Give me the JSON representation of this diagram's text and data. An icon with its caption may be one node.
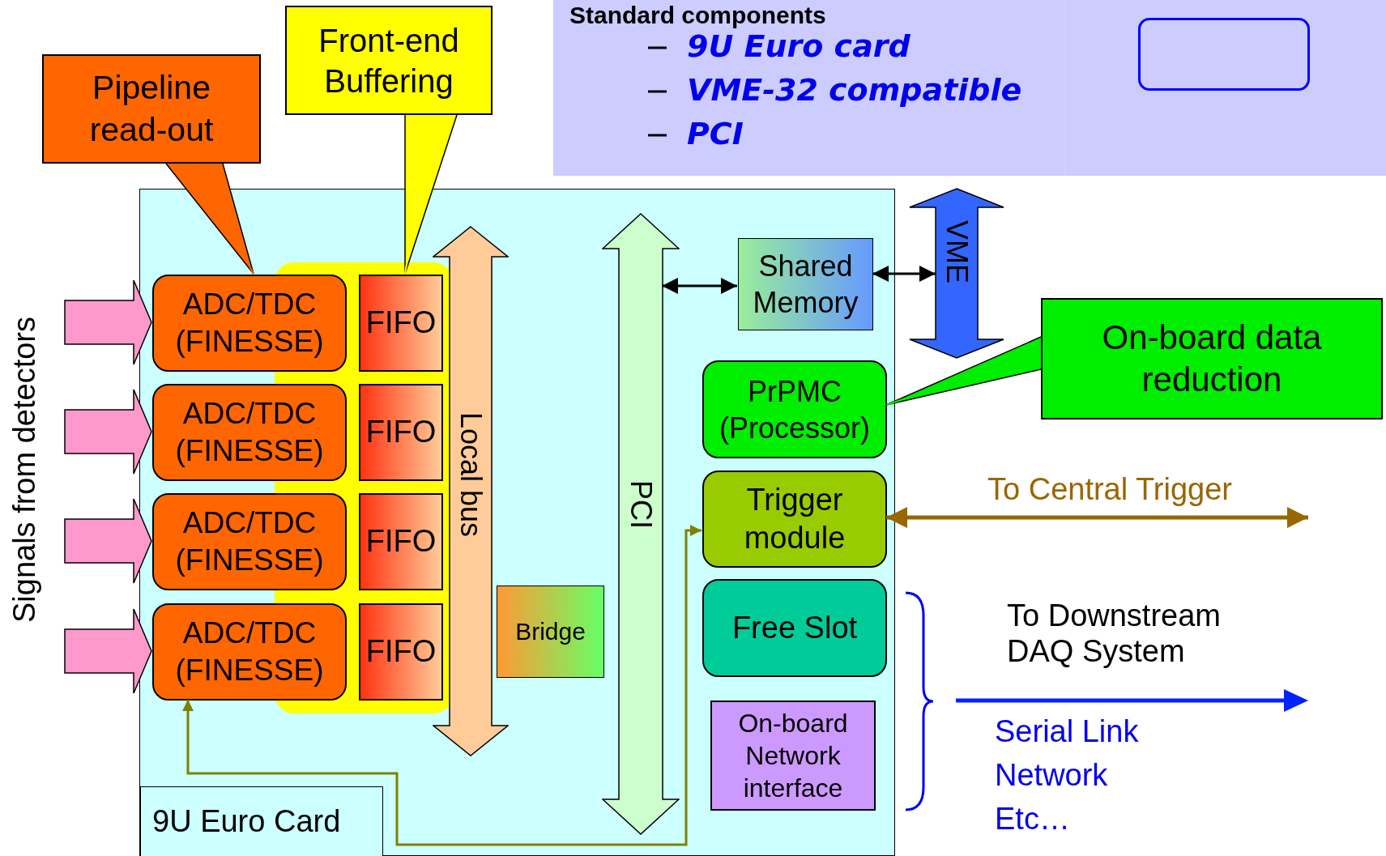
{
  "diagram": {
    "nodes": [
      {
        "text": [
          "Standard components",
          "9U Euro card",
          "VME-32 compatible",
          "PCI"
        ]
      },
      {
        "text": [],
        "shape": "box",
        "in": 0
      },
      {
        "text": [
          "Pipeline read-out"
        ]
      },
      {
        "text": [
          "Front-end Buffering"
        ]
      },
      {
        "text": [],
        "shape": "box"
      },
      {
        "text": [],
        "shape": "box",
        "in": 4
      },
      {
        "text": [
          "ADC/TDC (FINESSE)"
        ],
        "in": 4
      },
      {
        "text": [
          "ADC/TDC (FINESSE)"
        ],
        "in": 4
      },
      {
        "text": [
          "ADC/TDC (FINESSE)"
        ],
        "in": 4
      },
      {
        "text": [
          "ADC/TDC (FINESSE)"
        ],
        "in": 4
      },
      {
        "text": [
          "FIFO"
        ],
        "in": 5
      },
      {
        "text": [
          "FIFO"
        ],
        "in": 5
      },
      {
        "text": [
          "FIFO"
        ],
        "in": 5
      },
      {
        "text": [
          "FIFO"
        ],
        "in": 5
      },
      {
        "text": [
          "Local bus"
        ],
        "in": 4
      },
      {
        "text": [
          "Bridge"
        ],
        "in": 4
      },
      {
        "text": [
          "PCI"
        ],
        "in": 4
      },
      {
        "text": [
          "Shared Memory"
        ],
        "in": 4
      },
      {
        "text": [
          "VME"
        ]
      },
      {
        "text": [
          "PrPMC (Processor)"
        ],
        "in": 4
      },
      {
        "text": [
          "Trigger module"
        ],
        "in": 4
      },
      {
        "text": [
          "Free Slot"
        ],
        "in": 4
      },
      {
        "text": [
          "On-board Network interface"
        ],
        "in": 4
      },
      {
        "text": [
          "On-board data reduction"
        ]
      },
      {
        "text": [
          "9U Euro Card"
        ],
        "in": 4
      }
    ],
    "edges": [
      {
        "from": null,
        "to": 6,
        "arrow": "to",
        "style": "thick",
        "color": "#ff99cc"
      },
      {
        "from": null,
        "to": 7,
        "arrow": "to",
        "style": "thick",
        "color": "#ff99cc"
      },
      {
        "from": null,
        "to": 8,
        "arrow": "to",
        "style": "thick",
        "color": "#ff99cc"
      },
      {
        "from": null,
        "to": 9,
        "arrow": "to",
        "style": "thick",
        "color": "#ff99cc"
      },
      {
        "from": 2,
        "to": 6,
        "arrow": "none",
        "color": "#ff6600"
      },
      {
        "from": 3,
        "to": 10,
        "arrow": "none",
        "color": "#ffff00"
      },
      {
        "from": 23,
        "to": 19,
        "arrow": "none",
        "color": "#00ee00"
      },
      {
        "from": 16,
        "to": 17,
        "arrow": "both"
      },
      {
        "from": 17,
        "to": 18,
        "arrow": "both"
      },
      {
        "from": 20,
        "to": null,
        "arrow": "both",
        "label": "To Central Trigger",
        "color": "#996600"
      },
      {
        "from": 20,
        "to": 9,
        "arrow": "both",
        "color": "#808000"
      }
    ],
    "labels": [
      "Signals from detectors",
      "To Downstream DAQ System",
      "Serial Link Network Etc…"
    ]
  }
}
